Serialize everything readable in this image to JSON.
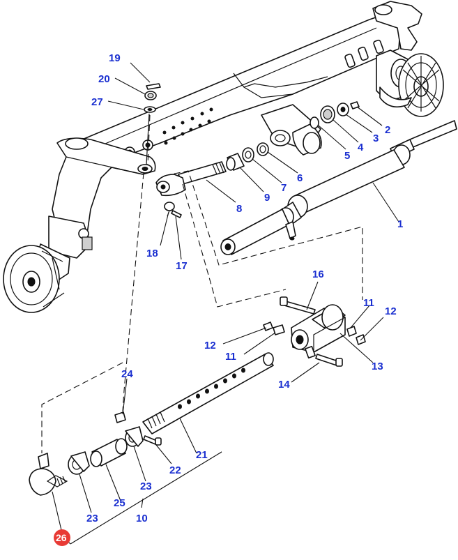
{
  "diagram": {
    "title": "Front axle and steering cylinder exploded view",
    "highlight_color": "#e83a35",
    "label_color": "#1a2fd0",
    "line_color": "#111111",
    "background": "#ffffff",
    "callouts": {
      "c1": "1",
      "c2": "2",
      "c3": "3",
      "c4": "4",
      "c5": "5",
      "c6": "6",
      "c7": "7",
      "c8": "8",
      "c9": "9",
      "c10": "10",
      "c11a": "11",
      "c11b": "11",
      "c12a": "12",
      "c12b": "12",
      "c13": "13",
      "c14": "14",
      "c16": "16",
      "c17": "17",
      "c18": "18",
      "c19": "19",
      "c20": "20",
      "c21": "21",
      "c22": "22",
      "c23a": "23",
      "c23b": "23",
      "c24": "24",
      "c25": "25",
      "c26": "26",
      "c27": "27"
    }
  }
}
